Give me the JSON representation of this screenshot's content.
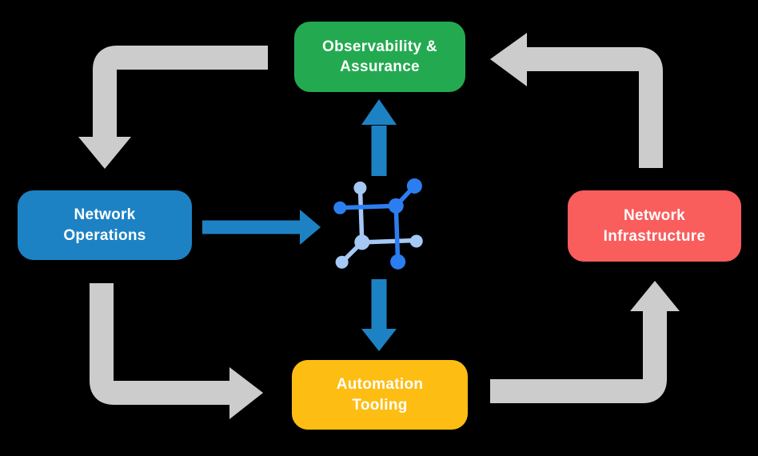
{
  "colors": {
    "background": "#000000",
    "node-green": "#23aa50",
    "node-blue": "#1d82c4",
    "node-red": "#f95d5c",
    "node-yellow": "#fdbd13",
    "arrow-gray": "#cccccc",
    "arrow-blue": "#1d82c4",
    "icon-dark-blue": "#2c7ef0",
    "icon-light-blue": "#a5c8f5",
    "text": "#ffffff"
  },
  "diagram": {
    "nodes": {
      "observability": {
        "label": "Observability & Assurance",
        "lines": [
          "Observability &",
          "Assurance"
        ]
      },
      "operations": {
        "label": "Network Operations",
        "lines": [
          "Network",
          "Operations"
        ]
      },
      "infrastructure": {
        "label": "Network Infrastructure",
        "lines": [
          "Network",
          "Infrastructure"
        ]
      },
      "tooling": {
        "label": "Automation Tooling",
        "lines": [
          "Automation",
          "Tooling"
        ]
      }
    },
    "center_icon": "network-mesh-icon",
    "flows": [
      "Observability & Assurance -> Network Operations (gray)",
      "Network Operations -> Automation Tooling (gray)",
      "Automation Tooling -> Network Infrastructure (gray)",
      "Network Infrastructure -> Observability & Assurance (gray)",
      "Network Operations -> center icon (blue)",
      "center icon -> Observability & Assurance (blue)",
      "center icon -> Automation Tooling (blue)"
    ]
  }
}
